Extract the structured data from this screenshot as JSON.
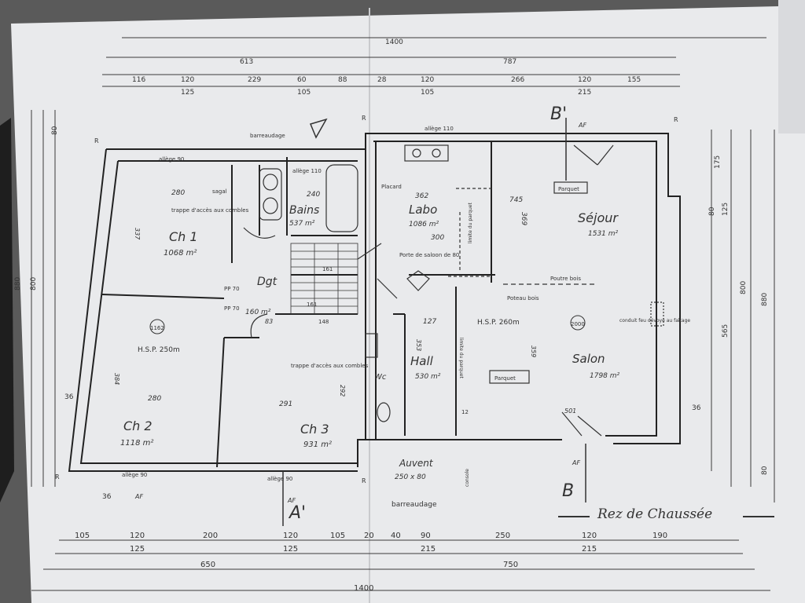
{
  "plan": {
    "title": "Rez de Chaussée",
    "top_dims_total": "1400",
    "top_dims_row1": [
      "613",
      "787"
    ],
    "top_dims_row2": [
      "116",
      "120",
      "229",
      "60",
      "88",
      "28",
      "120",
      "266",
      "120",
      "155"
    ],
    "top_dims_row3": [
      "125",
      "105",
      "105",
      "215"
    ],
    "bottom_dims_row1": [
      "105",
      "120",
      "200",
      "120",
      "105",
      "20",
      "40",
      "90",
      "250",
      "120",
      "190"
    ],
    "bottom_dims_row2": [
      "125",
      "125",
      "215",
      "215"
    ],
    "bottom_dims_row3": [
      "650",
      "750"
    ],
    "bottom_dims_total": "1400",
    "left_dims": [
      "80",
      "800",
      "880",
      "36",
      "36"
    ],
    "right_dims": [
      "175",
      "80",
      "125",
      "800",
      "880",
      "565",
      "36",
      "80"
    ],
    "section_labels": [
      "B'",
      "B",
      "A'",
      "AF",
      "AF",
      "AF",
      "AF"
    ],
    "rooms": [
      {
        "name": "Ch 1",
        "area": "1068 m²",
        "dims": [
          "280",
          "337"
        ]
      },
      {
        "name": "Bains",
        "area": "537 m²",
        "dims": [
          "240"
        ]
      },
      {
        "name": "Labo",
        "area": "1086 m²",
        "dims": [
          "362",
          "300"
        ]
      },
      {
        "name": "Séjour",
        "area": "1531 m²",
        "dims": [
          "745",
          "369"
        ]
      },
      {
        "name": "Dgt",
        "area": "160 m²",
        "dims": [
          "83"
        ]
      },
      {
        "name": "Ch 2",
        "area": "1118 m²",
        "dims": [
          "280",
          "384"
        ]
      },
      {
        "name": "Ch 3",
        "area": "931 m²",
        "dims": [
          "291",
          "292"
        ]
      },
      {
        "name": "Hall",
        "area": "530 m²",
        "dims": [
          "127",
          "353"
        ]
      },
      {
        "name": "Salon",
        "area": "1798 m²",
        "dims": [
          "359",
          "501"
        ]
      },
      {
        "name": "Wc",
        "area": "",
        "dims": []
      },
      {
        "name": "Auvent",
        "area": "250 x 80",
        "dims": []
      }
    ],
    "notes": [
      "barreaudage",
      "allège 110",
      "allège 90",
      "allège 90",
      "allège 90",
      "allège 110",
      "sagal",
      "trappe d'accès aux combles",
      "trappe d'accès aux combles",
      "H.S.P. 250m",
      "H.S.P. 260m",
      "PP 70",
      "PP 70",
      "Porte de saloon de 80",
      "Poutre bois",
      "Poteau bois",
      "Parquet",
      "Parquet",
      "conduit feu dévoyé au faîtage",
      "barreaudage",
      "console",
      "Placard",
      "limite du parquet",
      "limite du parquet",
      "161",
      "161",
      "148",
      "12"
    ],
    "markers": [
      "1162",
      "2000",
      "R",
      "R",
      "R",
      "R",
      "R"
    ]
  }
}
